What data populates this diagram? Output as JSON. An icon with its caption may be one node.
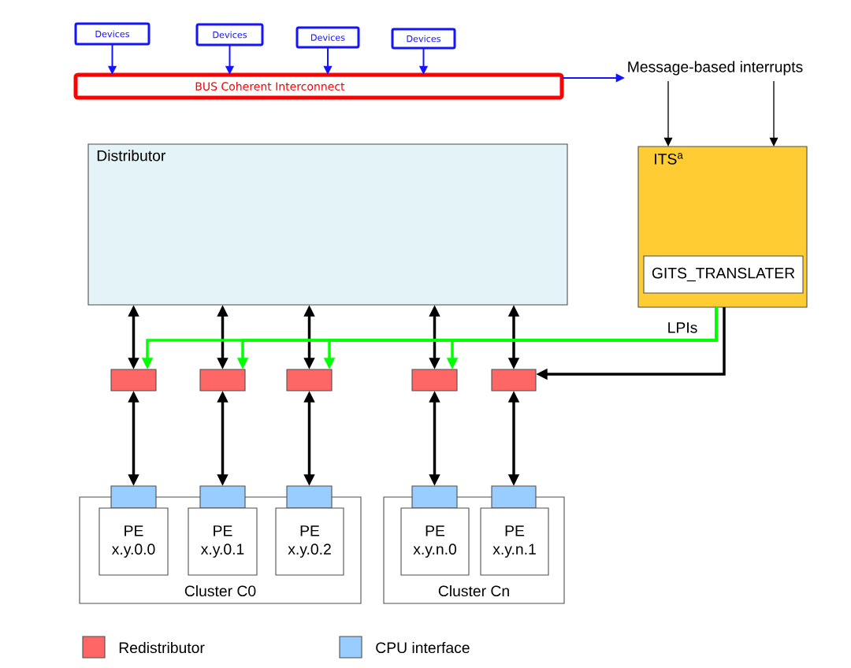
{
  "diagram": {
    "nodes": [
      {
        "text": [
          "Devices"
        ]
      },
      {
        "text": [
          "Devices"
        ]
      },
      {
        "text": [
          "Devices"
        ]
      },
      {
        "text": [
          "Devices"
        ]
      },
      {
        "text": [
          "BUS Coherent Interconnect"
        ]
      },
      {
        "text": [
          "Message-based interrupts"
        ]
      },
      {
        "text": [
          "Distributor"
        ]
      },
      {
        "text": [
          "ITS$^{a}$"
        ]
      },
      {
        "text": [
          "GITS_TRANSLATER"
        ],
        "in": 7
      },
      {
        "text": [],
        "shape": "box"
      },
      {
        "text": [],
        "shape": "box"
      },
      {
        "text": [],
        "shape": "box"
      },
      {
        "text": [],
        "shape": "box"
      },
      {
        "text": [],
        "shape": "box"
      },
      {
        "text": [],
        "shape": "box"
      },
      {
        "text": [],
        "shape": "box"
      },
      {
        "text": [],
        "shape": "box"
      },
      {
        "text": [],
        "shape": "box"
      },
      {
        "text": [],
        "shape": "box"
      },
      {
        "text": [
          "Cluster C0"
        ]
      },
      {
        "text": [
          "PE x.y.0.0"
        ],
        "in": 19
      },
      {
        "text": [
          "PE x.y.0.1"
        ],
        "in": 19
      },
      {
        "text": [
          "PE x.y.0.2"
        ],
        "in": 19
      },
      {
        "text": [
          "Cluster Cn"
        ]
      },
      {
        "text": [
          "PE x.y.n.0"
        ],
        "in": 23
      },
      {
        "text": [
          "PE x.y.n.1"
        ],
        "in": 23
      }
    ],
    "edges": [
      {
        "from": 0,
        "to": 4,
        "arrow": "to",
        "color": "#1414ff"
      },
      {
        "from": 1,
        "to": 4,
        "arrow": "to",
        "color": "#1414ff"
      },
      {
        "from": 2,
        "to": 4,
        "arrow": "to",
        "color": "#1414ff"
      },
      {
        "from": 3,
        "to": 4,
        "arrow": "to",
        "color": "#1414ff"
      },
      {
        "from": 4,
        "to": 5,
        "arrow": "to",
        "color": "#1414ff"
      },
      {
        "from": 5,
        "to": 7,
        "arrow": "to"
      },
      {
        "from": 5,
        "to": 7,
        "arrow": "to"
      },
      {
        "from": 6,
        "to": 9,
        "arrow": "both"
      },
      {
        "from": 6,
        "to": 10,
        "arrow": "both"
      },
      {
        "from": 6,
        "to": 11,
        "arrow": "both"
      },
      {
        "from": 6,
        "to": 12,
        "arrow": "both"
      },
      {
        "from": 6,
        "to": 13,
        "arrow": "both"
      },
      {
        "from": 9,
        "to": 14,
        "arrow": "both"
      },
      {
        "from": 10,
        "to": 15,
        "arrow": "both"
      },
      {
        "from": 11,
        "to": 16,
        "arrow": "both"
      },
      {
        "from": 12,
        "to": 17,
        "arrow": "both"
      },
      {
        "from": 13,
        "to": 18,
        "arrow": "both"
      },
      {
        "from": 7,
        "to": 9,
        "arrow": "to",
        "color": "#00ff00",
        "label": "LPIs"
      },
      {
        "from": 7,
        "to": 10,
        "arrow": "to",
        "color": "#00ff00"
      },
      {
        "from": 7,
        "to": 11,
        "arrow": "to",
        "color": "#00ff00"
      },
      {
        "from": 7,
        "to": 12,
        "arrow": "to",
        "color": "#00ff00"
      },
      {
        "from": 7,
        "to": 13,
        "arrow": "to"
      }
    ],
    "legend": [
      {
        "text": "Redistributor",
        "color": "#ff6666"
      },
      {
        "text": "CPU interface",
        "color": "#99ccff"
      }
    ]
  }
}
